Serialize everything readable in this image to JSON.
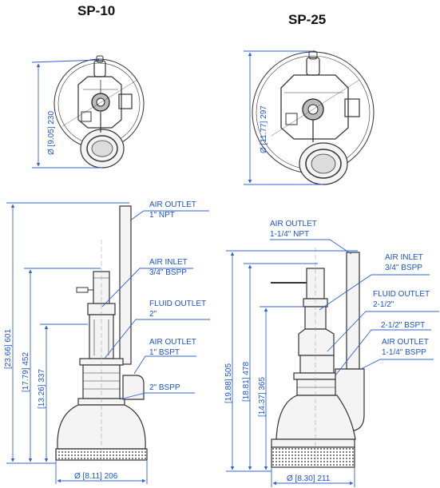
{
  "models": [
    {
      "title": "SP-10",
      "top_dim": "Ø [9.05] 230",
      "side_dims": [
        "[23.66] 601",
        "[17.79] 452",
        "[13.26] 337"
      ],
      "base_dim": "Ø [8.11] 206",
      "callouts": [
        {
          "line1": "AIR OUTLET",
          "line2": "1\" NPT"
        },
        {
          "line1": "AIR INLET",
          "line2": "3/4\" BSPP"
        },
        {
          "line1": "FLUID OUTLET",
          "line2": "2\""
        },
        {
          "line1": "AIR OUTLET",
          "line2": "1\" BSPT"
        },
        {
          "line1": "2\" BSPP",
          "line2": ""
        }
      ]
    },
    {
      "title": "SP-25",
      "top_dim": "Ø [11.77] 297",
      "side_dims": [
        "[19.88] 505",
        "[18.81] 478",
        "[14.37] 365"
      ],
      "base_dim": "Ø [8.30] 211",
      "callouts": [
        {
          "line1": "AIR OUTLET",
          "line2": "1-1/4\" NPT"
        },
        {
          "line1": "AIR INLET",
          "line2": "3/4\" BSPP"
        },
        {
          "line1": "FLUID OUTLET",
          "line2": "2-1/2\""
        },
        {
          "line1": "2-1/2\" BSPT",
          "line2": ""
        },
        {
          "line1": "AIR OUTLET",
          "line2": "1-1/4\" BSPP"
        }
      ]
    }
  ]
}
